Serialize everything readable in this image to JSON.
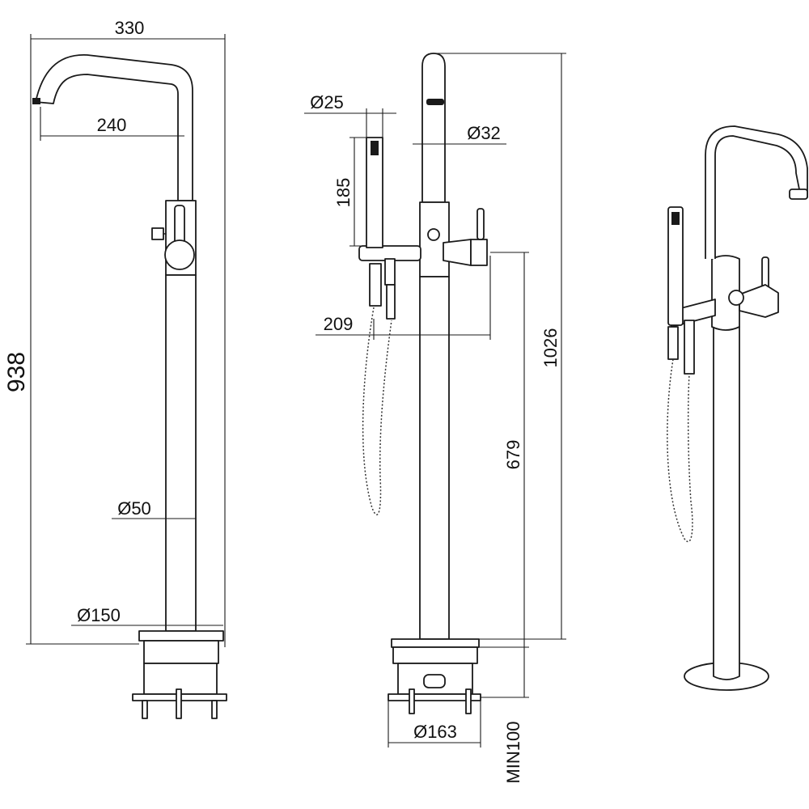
{
  "dimensions": {
    "width_330": "330",
    "width_240": "240",
    "height_938": "938",
    "dia_50": "Ø50",
    "dia_150": "Ø150",
    "dia_25": "Ø25",
    "dia_32": "Ø32",
    "len_185": "185",
    "len_209": "209",
    "height_1026": "1026",
    "height_679": "679",
    "dia_163": "Ø163",
    "min_100": "MIN100"
  }
}
